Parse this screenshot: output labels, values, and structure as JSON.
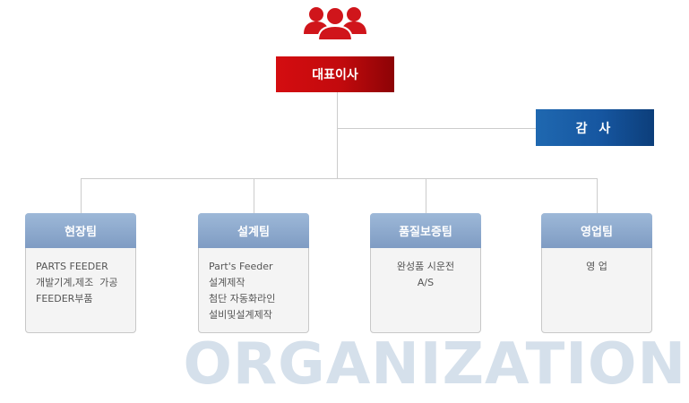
{
  "chart": {
    "icon": "people-group-icon",
    "ceo": "대표이사",
    "audit": "감 사",
    "teams": [
      {
        "name": "현장팀",
        "items": [
          "PARTS FEEDER",
          "개발기계,제조  가공",
          "FEEDER부품"
        ]
      },
      {
        "name": "설계팀",
        "items": [
          "Part's Feeder",
          "설계제작",
          "첨단 자동화라인",
          "설비및설계제작"
        ]
      },
      {
        "name": "품질보증팀",
        "items": [
          "완성품 시운전",
          "A/S"
        ]
      },
      {
        "name": "영업팀",
        "items": [
          "영 업"
        ]
      }
    ],
    "watermark": "ORGANIZATION"
  },
  "colors": {
    "ceo": "#c20a0d",
    "audit": "#1656a0",
    "team_header": "#8aa6cc",
    "icon": "#d0151b",
    "watermark": "#d5e0eb"
  }
}
